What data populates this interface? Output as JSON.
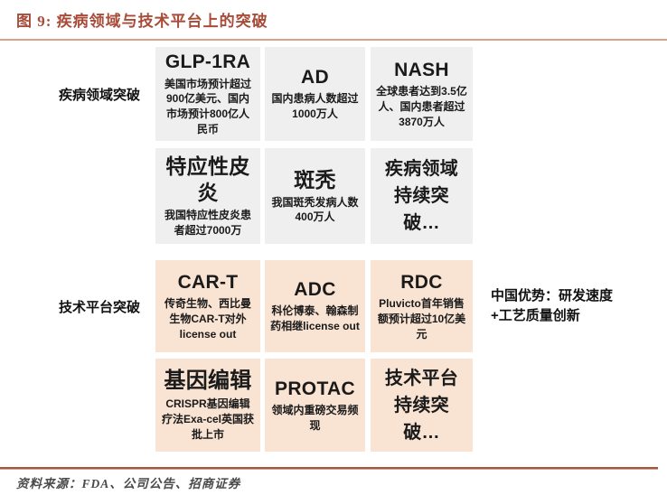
{
  "title": "图 9: 疾病领域与技术平台上的突破",
  "groups": [
    {
      "label": "疾病领域突破",
      "boxes": [
        {
          "heading": "GLP-1RA",
          "body": "美国市场预计超过900亿美元、国内市场预计800亿人民币"
        },
        {
          "heading": "AD",
          "body": "国内患病人数超过1000万人"
        },
        {
          "heading": "NASH",
          "body": "全球患者达到3.5亿人、国内患者超过3870万人"
        },
        {
          "heading": "特应性皮炎",
          "body": "我国特应性皮炎患者超过7000万"
        },
        {
          "heading": "斑秃",
          "body": "我国斑秃发病人数400万人"
        },
        {
          "heading": "疾病领域",
          "heading2": "持续突破…"
        }
      ]
    },
    {
      "label": "技术平台突破",
      "boxes": [
        {
          "heading": "CAR-T",
          "body": "传奇生物、西比曼生物CAR-T对外license out"
        },
        {
          "heading": "ADC",
          "body": "科伦博泰、翰森制药相继license out"
        },
        {
          "heading": "RDC",
          "body": "Pluvicto首年销售额预计超过10亿美元"
        },
        {
          "heading": "基因编辑",
          "body": "CRISPR基因编辑疗法Exa-cel英国获批上市"
        },
        {
          "heading": "PROTAC",
          "body": "领域内重磅交易频现"
        },
        {
          "heading": "技术平台",
          "heading2": "持续突破…"
        }
      ]
    }
  ],
  "side_note": {
    "line1": "中国优势：研发速度",
    "line2": "+工艺质量创新"
  },
  "source": "资料来源：FDA、公司公告、招商证券",
  "colors": {
    "title": "#a84b38",
    "top_rule": "#d9a183",
    "bottom_rule": "#a3573f",
    "disease_box_bg": "#f0efef",
    "tech_box_bg": "#f9e4d3",
    "text": "#1a1a1a",
    "source_text": "#4a4a4a"
  }
}
